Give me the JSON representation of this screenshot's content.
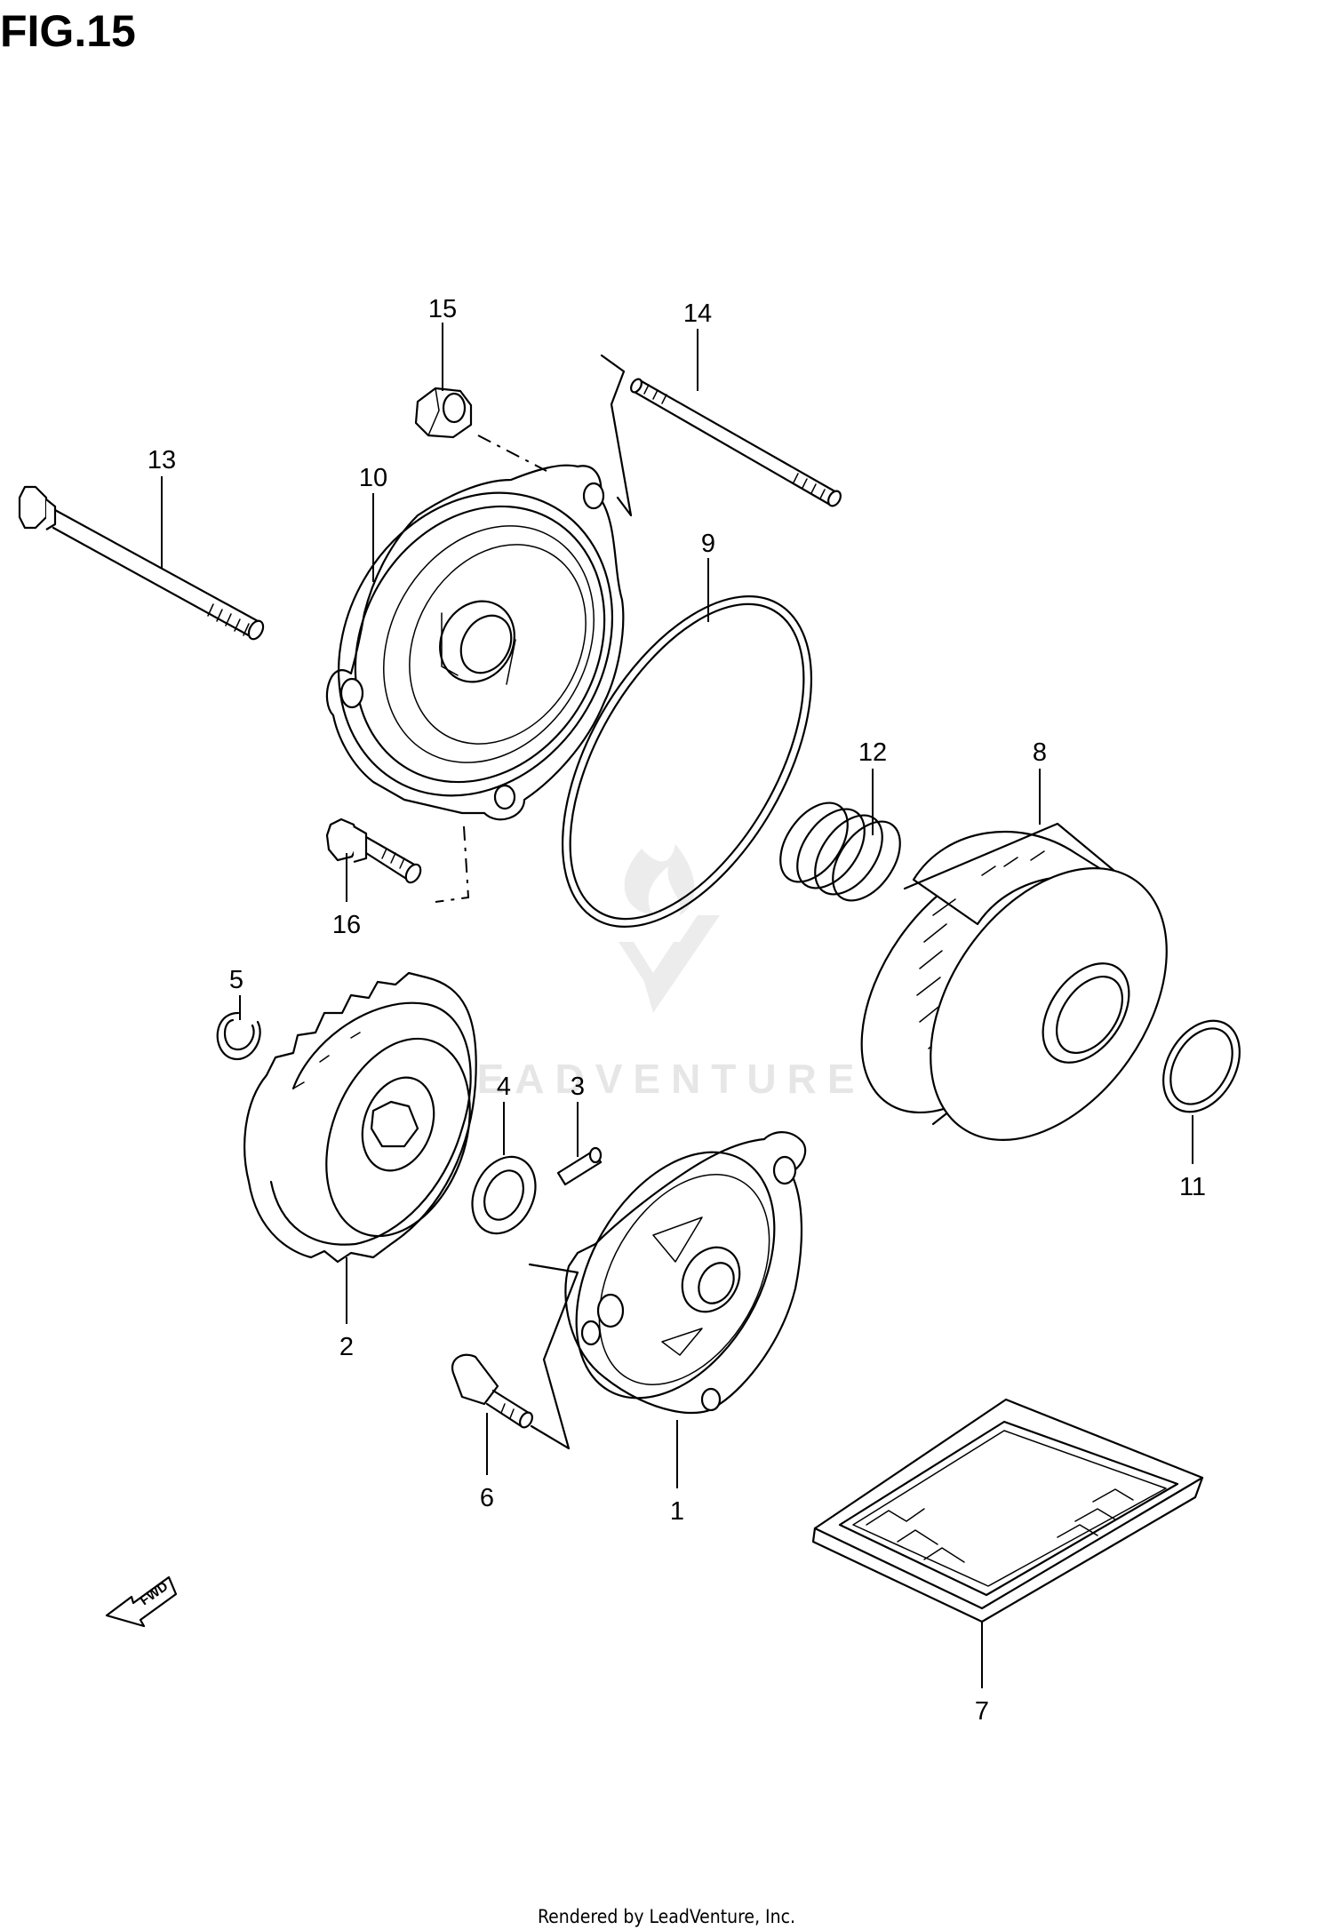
{
  "figure": {
    "title": "FIG.15"
  },
  "footer": {
    "rendered_by": "Rendered by LeadVenture, Inc."
  },
  "watermark": {
    "brand": "LEADVENTURE"
  },
  "fwd_marker": {
    "label": "FWD"
  },
  "callouts": [
    "1",
    "2",
    "3",
    "4",
    "5",
    "6",
    "7",
    "8",
    "9",
    "10",
    "11",
    "12",
    "13",
    "14",
    "15",
    "16"
  ]
}
